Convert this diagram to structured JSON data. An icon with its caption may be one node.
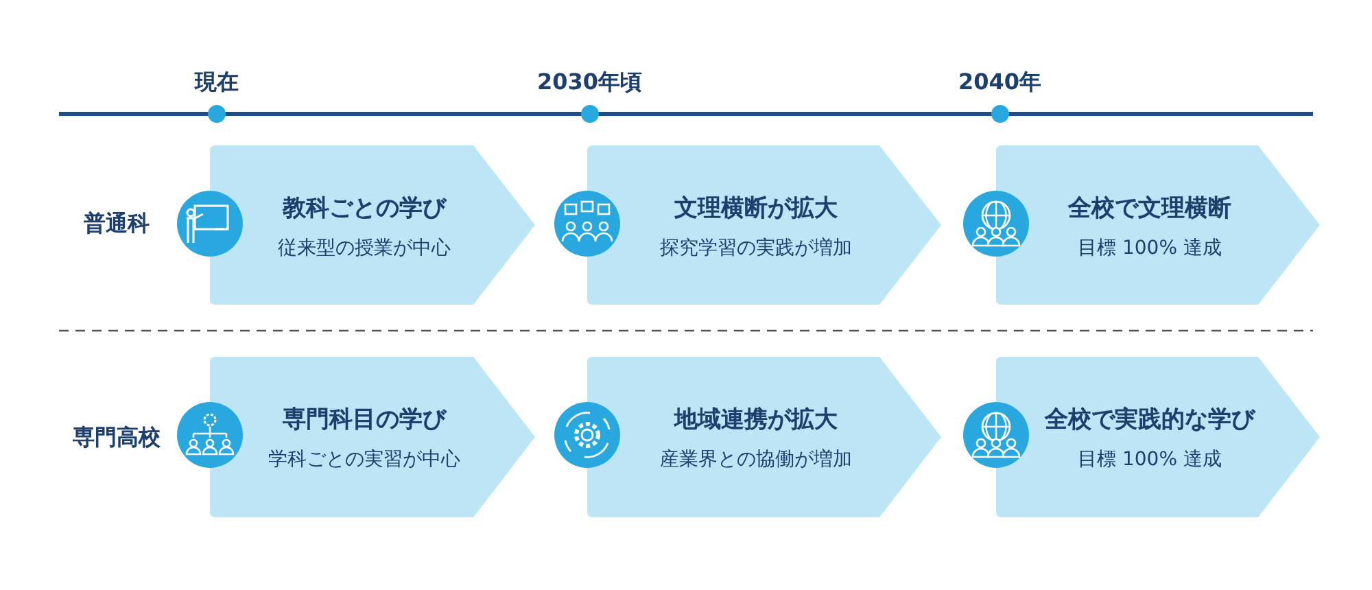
{
  "diagram": {
    "nodes": [
      {
        "text": [
          "教科ごとの学び",
          "従来型の授業が中心"
        ]
      },
      {
        "text": [
          "文理横断が拡大",
          "探究学習の実践が増加"
        ]
      },
      {
        "text": [
          "全校で文理横断",
          "目標 100% 達成"
        ]
      },
      {
        "text": [
          "専門科目の学び",
          "学科ごとの実習が中心"
        ]
      },
      {
        "text": [
          "地域連携が拡大",
          "産業界との協働が増加"
        ]
      },
      {
        "text": [
          "全校で実践的な学び",
          "目標 100% 達成"
        ]
      }
    ],
    "labels": [
      "現在",
      "2030年頃",
      "2040年",
      "普通科",
      "専門高校"
    ]
  }
}
